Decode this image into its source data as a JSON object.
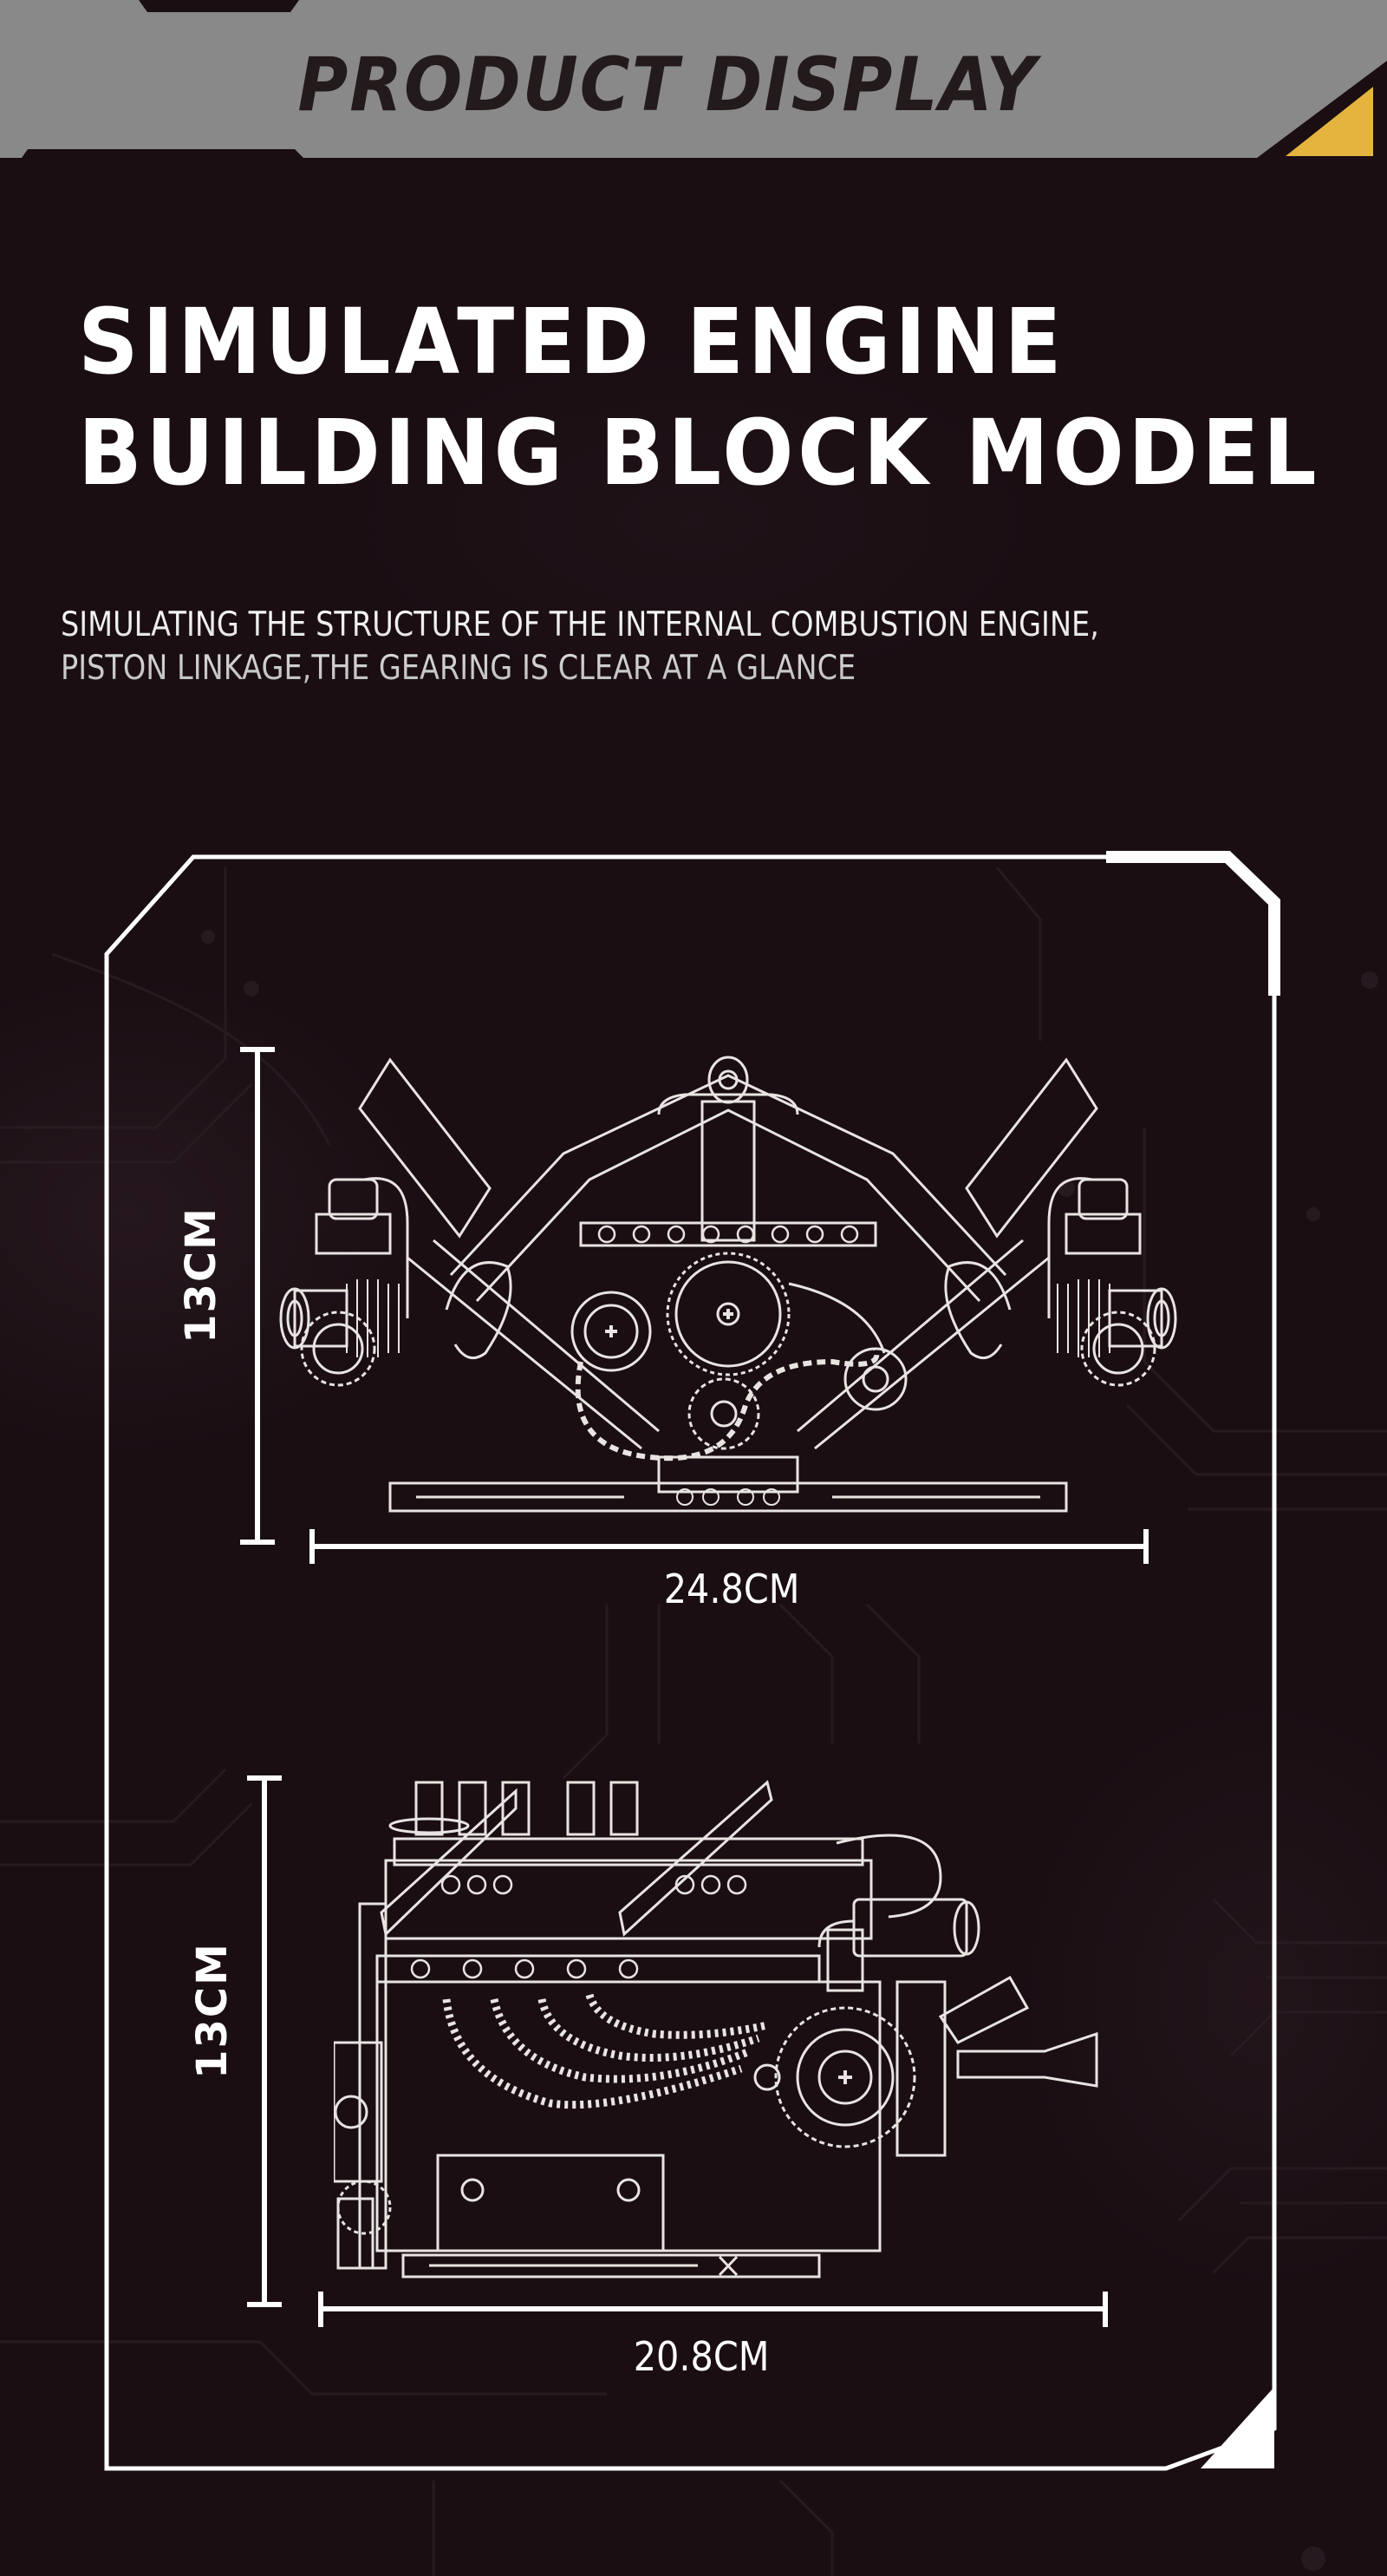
{
  "header": {
    "title": "PRODUCT DISPLAY",
    "band_color": "#898989",
    "accent_color": "#e4b43f"
  },
  "hero": {
    "title_line1": "SIMULATED ENGINE",
    "title_line2": "BUILDING BLOCK MODEL",
    "subtitle_line1": "SIMULATING THE STRUCTURE OF THE INTERNAL COMBUSTION ENGINE,",
    "subtitle_line2": "PISTON LINKAGE,THE GEARING IS CLEAR AT A GLANCE"
  },
  "views": [
    {
      "name": "front-view",
      "height_label": "13CM",
      "width_label": "24.8CM"
    },
    {
      "name": "side-view",
      "height_label": "13CM",
      "width_label": "20.8CM"
    }
  ],
  "colors": {
    "background": "#1a0e13",
    "line": "#ffffff",
    "text": "#ffffff"
  }
}
